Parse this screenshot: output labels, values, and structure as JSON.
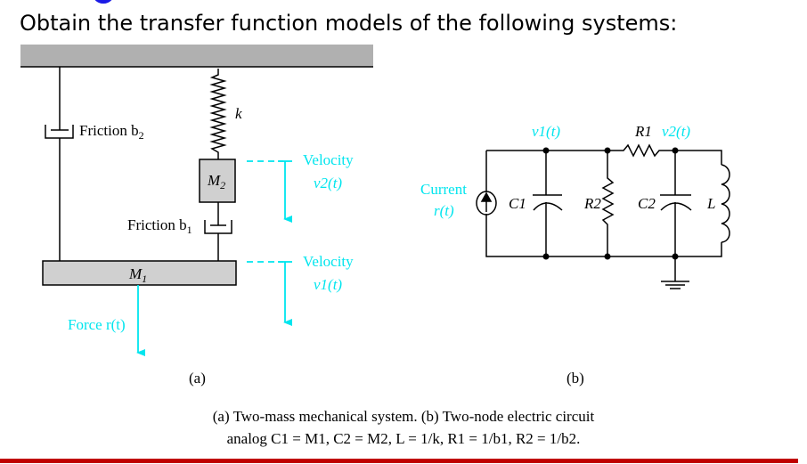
{
  "slide": {
    "title": "Obtain the transfer function models of the following systems:",
    "colors": {
      "accent_line": "#c00000",
      "signal": "#00e5ee",
      "ground_bar": "#b0b0b0"
    }
  },
  "figure_a": {
    "label": "(a)",
    "friction_b2": "Friction b",
    "friction_b2_sub": "2",
    "spring": "k",
    "mass2": "M",
    "mass2_sub": "2",
    "friction_b1": "Friction b",
    "friction_b1_sub": "1",
    "mass1": "M",
    "mass1_sub": "1",
    "force": "Force r(t)",
    "velocity_word": "Velocity",
    "velocity2": "v2(t)",
    "velocity1": "v1(t)"
  },
  "figure_b": {
    "label": "(b)",
    "current_word": "Current",
    "current_signal": "r(t)",
    "node1": "v1(t)",
    "node2": "v2(t)",
    "r1": "R1",
    "r2": "R2",
    "c1": "C1",
    "c2": "C2",
    "inductor": "L"
  },
  "caption": {
    "line1": "(a) Two-mass mechanical system. (b) Two-node electric circuit",
    "line2": "analog C1 = M1, C2 = M2, L = 1/k, R1 = 1/b1, R2 = 1/b2."
  }
}
